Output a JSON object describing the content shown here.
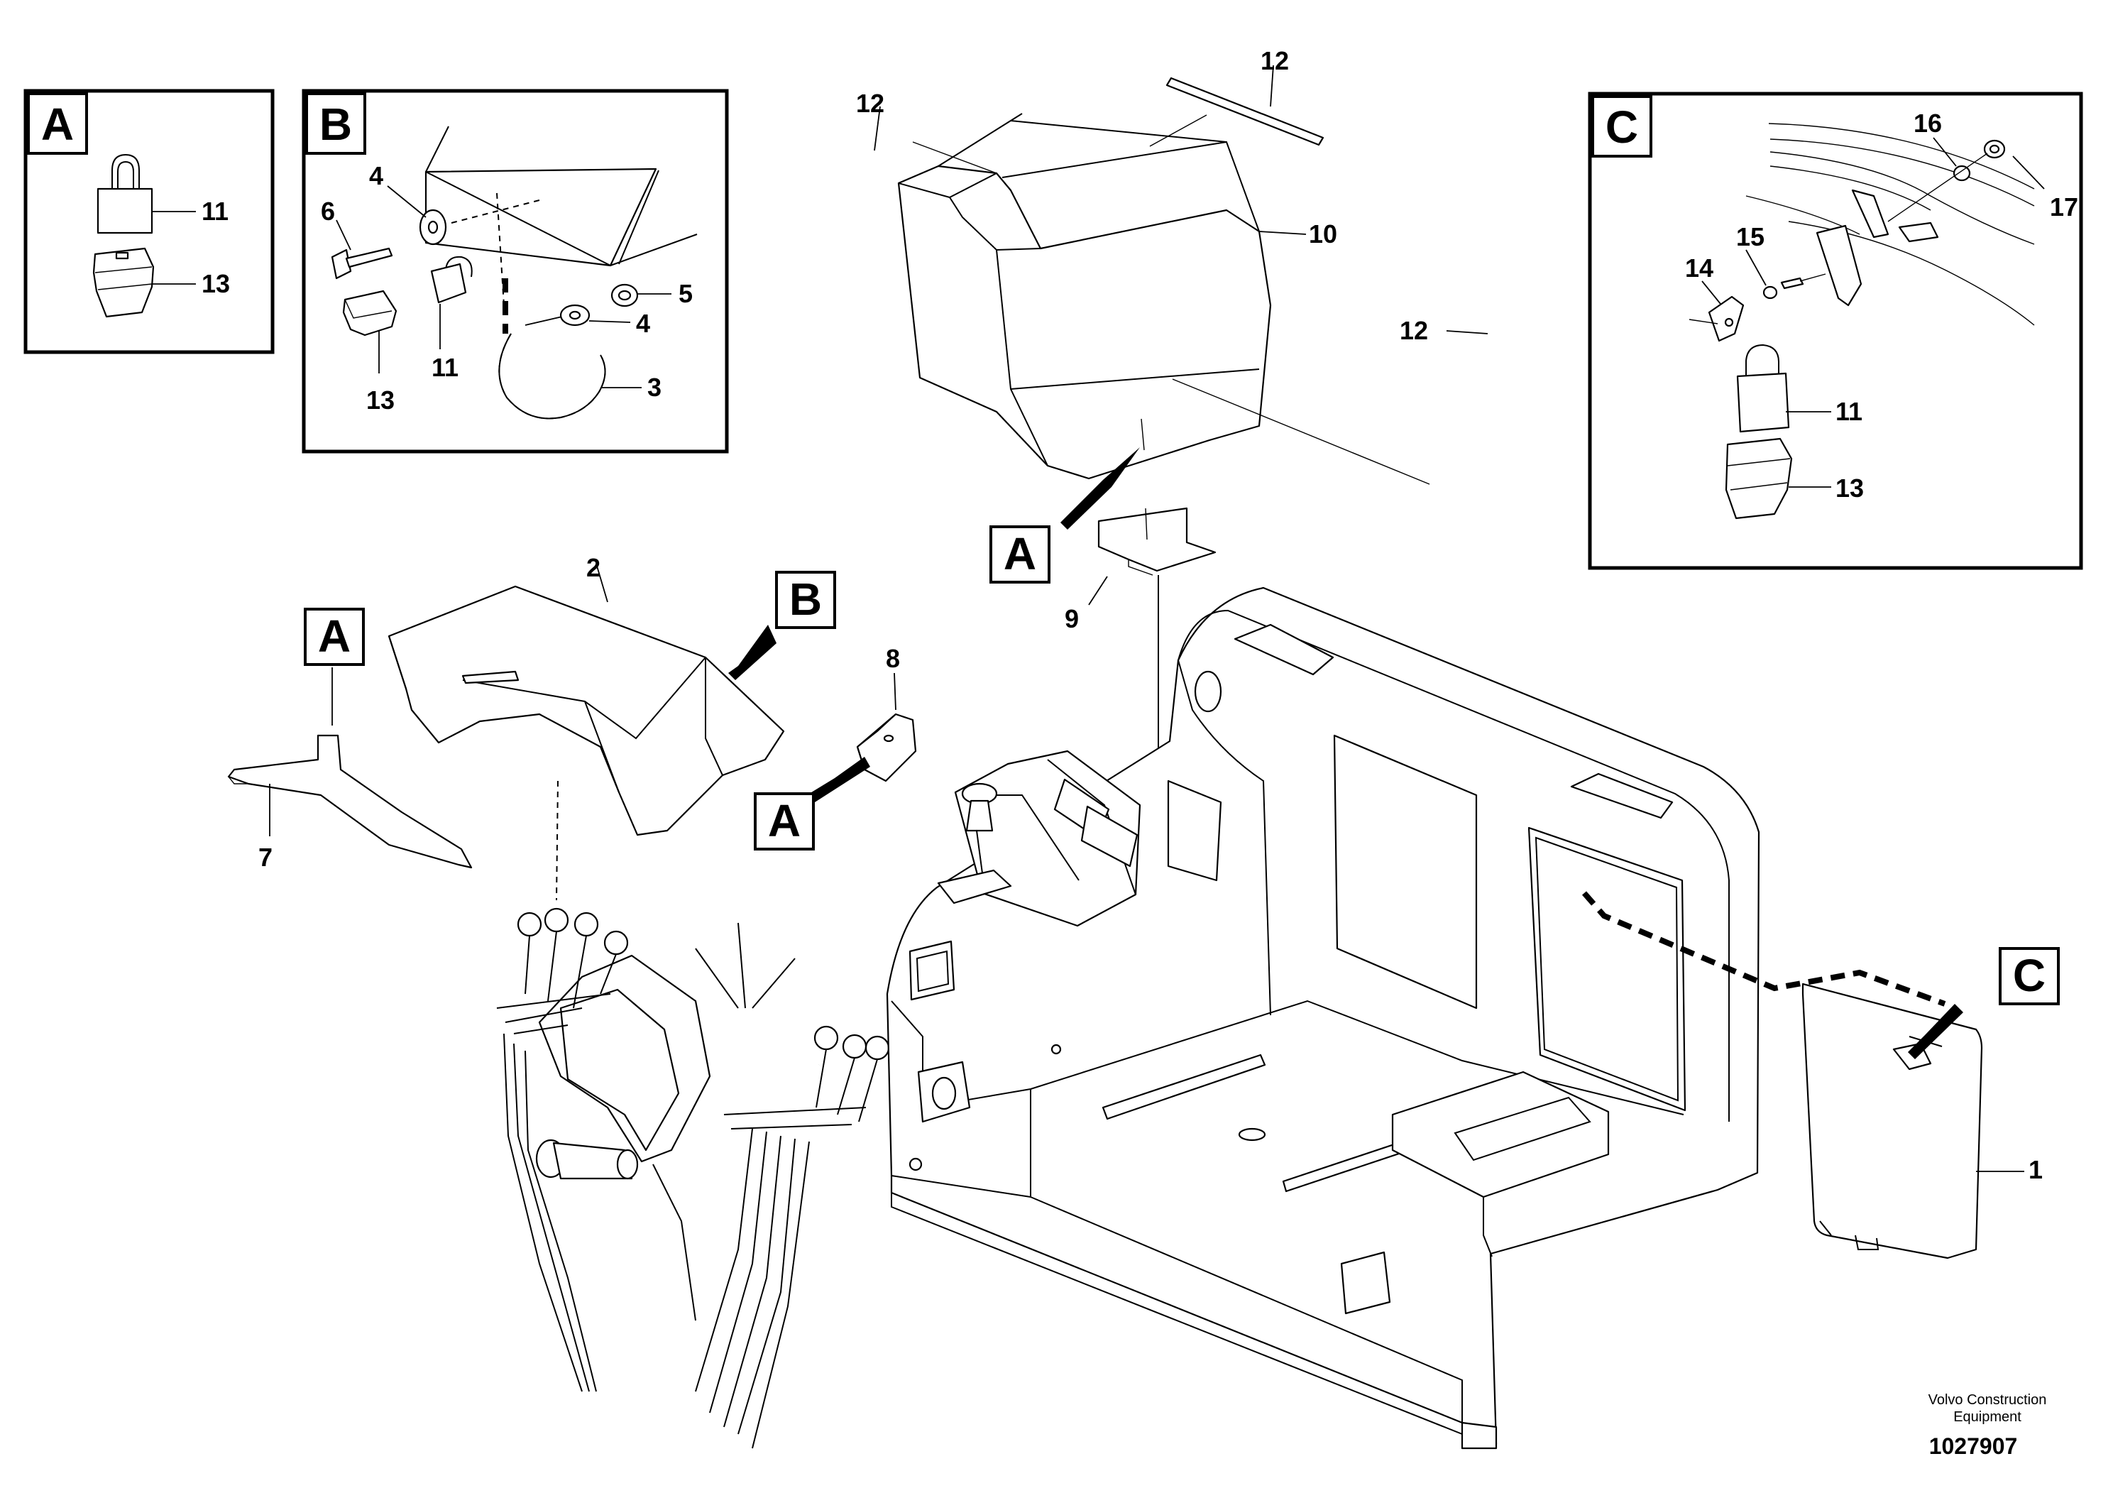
{
  "detail_boxes": {
    "A": {
      "title": "A",
      "callouts": [
        "11",
        "13"
      ]
    },
    "B": {
      "title": "B",
      "callouts": [
        "4",
        "6",
        "5",
        "4",
        "11",
        "13",
        "3"
      ]
    },
    "C": {
      "title": "C",
      "callouts": [
        "16",
        "17",
        "15",
        "14",
        "11",
        "13"
      ]
    }
  },
  "reference_labels": {
    "a_cover10": "A",
    "a_bracket7": "A",
    "b_cover2": "B",
    "a_bracket8": "A",
    "c_panel1": "C"
  },
  "callouts": {
    "c12_left": "12",
    "c12_top": "12",
    "c12_right": "12",
    "c10": "10",
    "c9": "9",
    "c2": "2",
    "c8": "8",
    "c7": "7",
    "c1": "1"
  },
  "footer": {
    "company_line1": "Volvo Construction",
    "company_line2": "Equipment",
    "doc_number": "1027907"
  }
}
